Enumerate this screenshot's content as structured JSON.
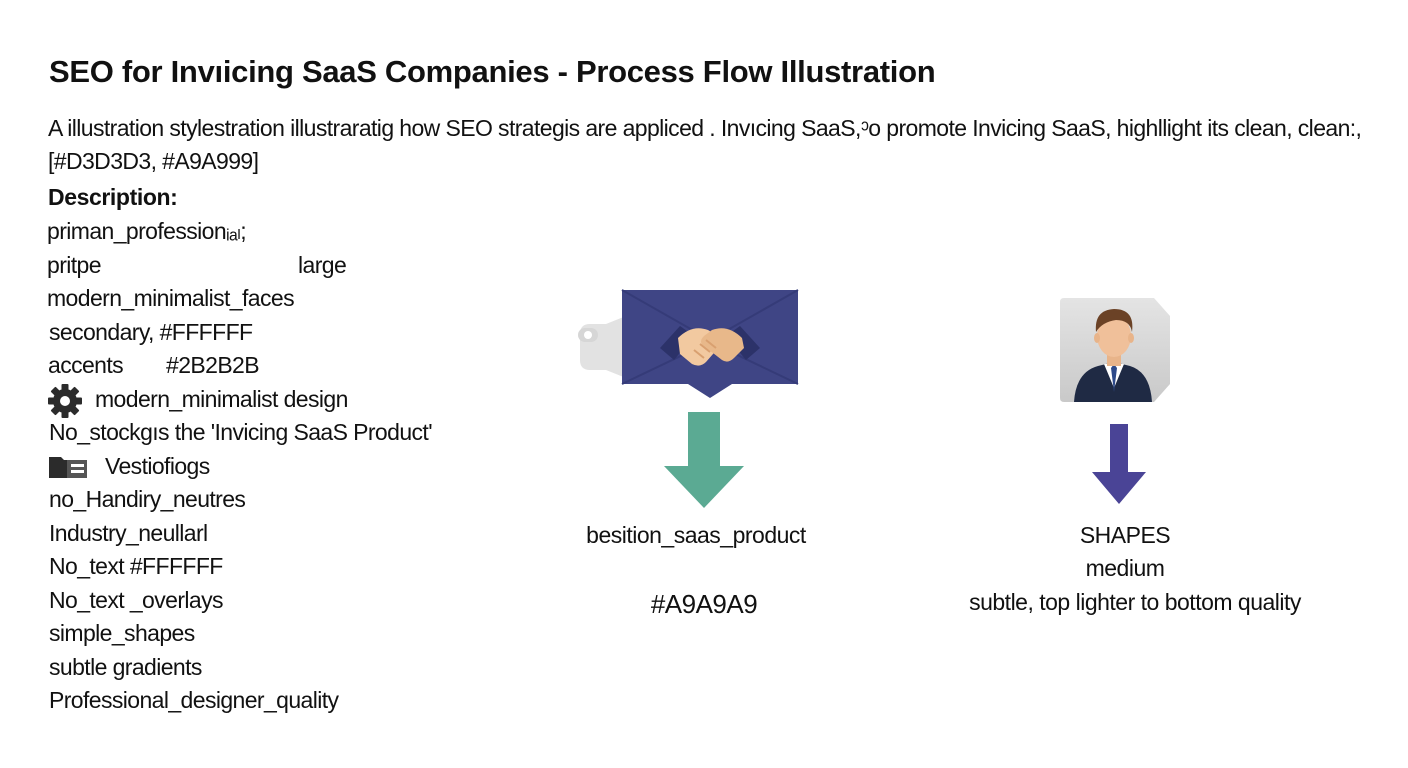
{
  "header": {
    "title": "SEO for Invıicing SaaS Companies - Process Flow Illustration",
    "subtitle": "A illustration stylestration illustraratig how SEO strategis are appliced . Invıcing SaaS,ᵓo promote Invicing SaaS, highllight its clean, clean:, [#D3D3D3, #A9A999]"
  },
  "description": {
    "heading": "Description:",
    "items": [
      {
        "text": "priman_professionᵢₐₗ;"
      },
      {
        "text": "pritpe",
        "value": "large"
      },
      {
        "text": "modern_minimalist_faces"
      },
      {
        "text": "secondary, #FFFFFF"
      },
      {
        "text": "accents",
        "value": "#2B2B2B"
      },
      {
        "text": "modern_minimalist design",
        "icon": "gear-icon"
      },
      {
        "text": "No_stockgıs the 'Invicing SaaS Product'"
      },
      {
        "text": "Vestiofiogs",
        "icon": "folder-icon"
      },
      {
        "text": "no_Handiry_neutres"
      },
      {
        "text": "Industry_neullarl"
      },
      {
        "text": "No_text #FFFFFF"
      },
      {
        "text": "No_text _overlays"
      },
      {
        "text": "simple_shapes"
      },
      {
        "text": "subtle gradients"
      },
      {
        "text": "Professional_designer_quality"
      }
    ]
  },
  "flow": {
    "left": {
      "icon": "handshake-icon",
      "arrow_color": "#5BAA93",
      "label": "besition_saas_product",
      "color_label": "#A9A9A9"
    },
    "right": {
      "icon": "person-avatar-icon",
      "arrow_color": "#4A4496",
      "label_line1": "SHAPES",
      "label_line2": "medium",
      "label_line3": "subtle, top lighter to bottom quality"
    }
  },
  "colors": {
    "navy": "#3F4585",
    "teal": "#5BAA93",
    "purple": "#4A4496",
    "gray_bg": "#D3D3D3"
  }
}
